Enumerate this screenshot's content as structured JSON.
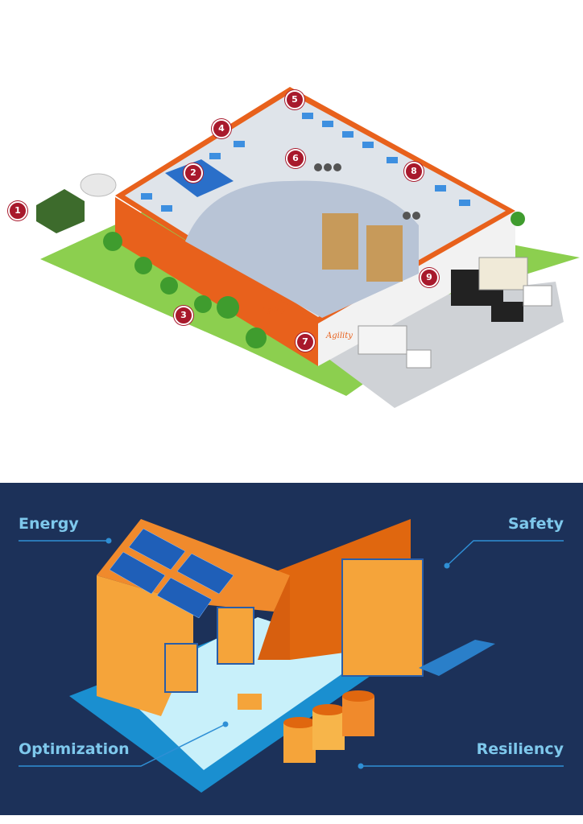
{
  "top_illustration": {
    "logo_text": "Agility",
    "markers": [
      "1",
      "2",
      "3",
      "4",
      "5",
      "6",
      "7",
      "8",
      "9"
    ],
    "colors": {
      "marker": "#a8192c",
      "roof_edge": "#e8611c",
      "lawn": "#8ccf4f",
      "roof": "#dfe4ea",
      "solar": "#3d8fe0"
    }
  },
  "bottom_panel": {
    "labels": {
      "energy": "Energy",
      "safety": "Safety",
      "optimization": "Optimization",
      "resiliency": "Resiliency"
    },
    "colors": {
      "background": "#1c3159",
      "label": "#7ec8ec",
      "building": "#f08a2c",
      "floor": "#c8f0fa",
      "base": "#1a8fd0"
    }
  }
}
